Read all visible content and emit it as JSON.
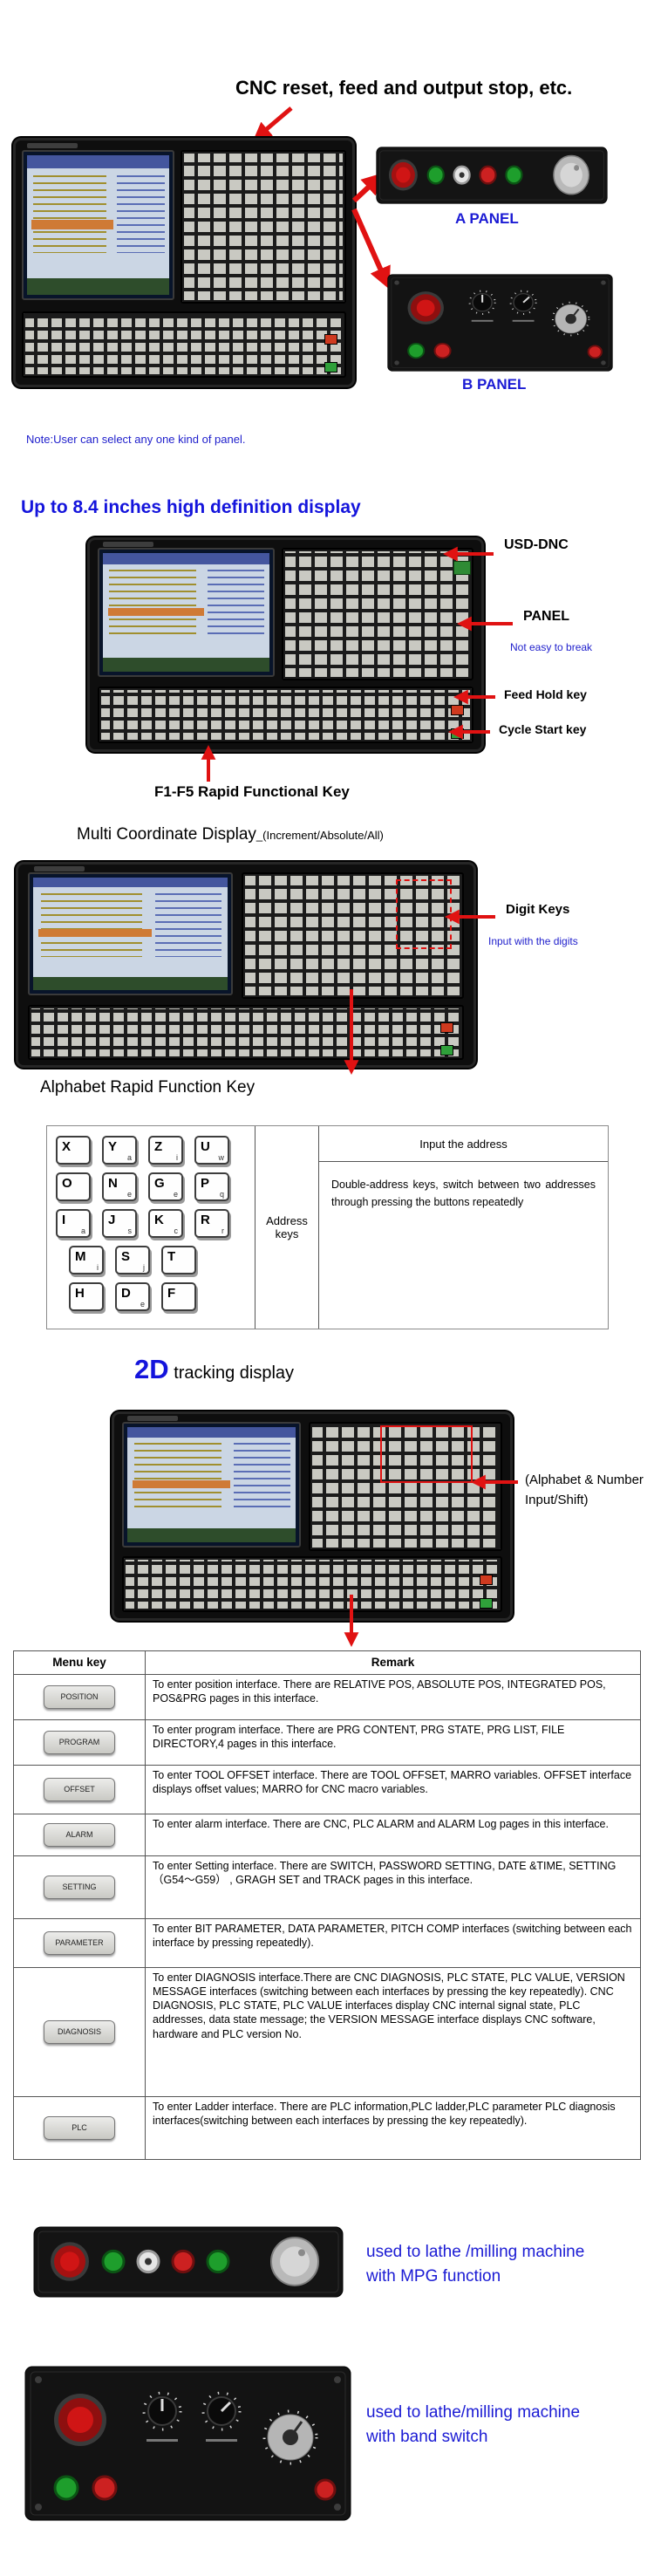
{
  "colors": {
    "accent_blue": "#1414dc",
    "label_blue": "#1b1bd4",
    "arrow_red": "#e01212"
  },
  "section1": {
    "title": "CNC reset, feed and output  stop, etc.",
    "a_panel_label": "A PANEL",
    "b_panel_label": "B PANEL",
    "note": "Note:User can select any one kind of panel."
  },
  "section2": {
    "title": "Up to 8.4 inches high definition display",
    "usb": "USD-DNC",
    "panel": "PANEL",
    "panel_note": "Not easy to break",
    "feed_hold": "Feed Hold key",
    "cycle_start": "Cycle Start key",
    "fkeys": "F1-F5 Rapid Functional Key"
  },
  "section3": {
    "title": "Multi Coordinate Display",
    "title_suffix": "_(Increment/Absolute/All)",
    "digit_keys": "Digit Keys",
    "digit_note": "Input with the digits"
  },
  "section4": {
    "title": "Alphabet Rapid Function Key",
    "address_label": "Address keys",
    "header": "Input the address",
    "description": "Double-address keys, switch between two addresses through pressing the buttons repeatedly",
    "keys": [
      {
        "m": "X",
        "s": ""
      },
      {
        "m": "Y",
        "s": "a"
      },
      {
        "m": "Z",
        "s": "i"
      },
      {
        "m": "U",
        "s": "w"
      },
      {
        "m": "O",
        "s": ""
      },
      {
        "m": "N",
        "s": "e"
      },
      {
        "m": "G",
        "s": "e"
      },
      {
        "m": "P",
        "s": "q"
      },
      {
        "m": "I",
        "s": "a"
      },
      {
        "m": "J",
        "s": "s"
      },
      {
        "m": "K",
        "s": "c"
      },
      {
        "m": "R",
        "s": "r"
      },
      {
        "m": "M",
        "s": "i"
      },
      {
        "m": "S",
        "s": "j"
      },
      {
        "m": "T",
        "s": ""
      },
      {
        "m": "H",
        "s": ""
      },
      {
        "m": "D",
        "s": "e"
      },
      {
        "m": "F",
        "s": ""
      }
    ]
  },
  "section5": {
    "title_big": "2D",
    "title_rest": " tracking display",
    "caption_line1": "(Alphabet & Number",
    "caption_line2": "Input/Shift)"
  },
  "menu_table": {
    "col1": "Menu key",
    "col2": "Remark",
    "rows": [
      {
        "key": "POSITION",
        "remark": "To enter position interface. There are RELATIVE POS, ABSOLUTE POS, INTEGRATED POS, POS&PRG pages in this interface."
      },
      {
        "key": "PROGRAM",
        "remark": "To enter program interface. There are PRG CONTENT, PRG STATE, PRG LIST, FILE DIRECTORY,4 pages in this interface."
      },
      {
        "key": "OFFSET",
        "remark": "To enter TOOL OFFSET interface. There are TOOL OFFSET, MARRO variables. OFFSET interface displays offset values; MARRO for CNC macro variables."
      },
      {
        "key": "ALARM",
        "remark": "To enter alarm interface. There are CNC, PLC ALARM and ALARM Log pages in this interface."
      },
      {
        "key": "SETTING",
        "remark": "To enter Setting interface. There are SWITCH, PASSWORD SETTING, DATE &TIME, SETTING （G54～G59） , GRAGH SET and TRACK pages in this interface."
      },
      {
        "key": "PARAMETER",
        "remark": "To enter BIT PARAMETER, DATA PARAMETER, PITCH COMP interfaces (switching between each interface by pressing repeatedly)."
      },
      {
        "key": "DIAGNOSIS",
        "remark": "To enter DIAGNOSIS interface.There are CNC DIAGNOSIS, PLC STATE, PLC VALUE, VERSION MESSAGE interfaces (switching between each interfaces by pressing the key repeatedly). CNC DIAGNOSIS, PLC STATE, PLC VALUE interfaces display CNC internal signal state, PLC addresses, data state message; the VERSION MESSAGE interface displays CNC software, hardware and PLC version No."
      },
      {
        "key": "PLC",
        "remark": "To enter Ladder interface. There are PLC information,PLC ladder,PLC parameter PLC diagnosis interfaces(switching between each interfaces by pressing the key repeatedly)."
      }
    ]
  },
  "footer": {
    "mpg_line1": "used to lathe /milling machine",
    "mpg_line2": "with MPG function",
    "band_line1": "used to lathe/milling machine",
    "band_line2": " with band switch"
  }
}
